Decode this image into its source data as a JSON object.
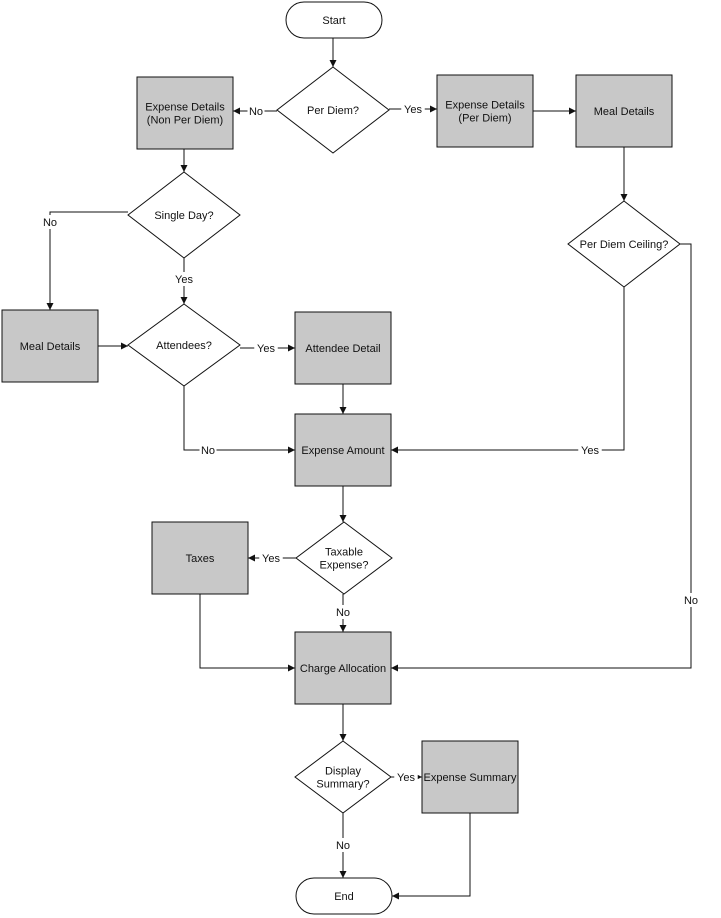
{
  "nodes": {
    "start": {
      "lines": [
        "Start"
      ]
    },
    "per_diem_q": {
      "lines": [
        "Per Diem?"
      ]
    },
    "expense_details_non_per_diem": {
      "lines": [
        "Expense Details",
        "(Non Per Diem)"
      ]
    },
    "expense_details_per_diem": {
      "lines": [
        "Expense Details",
        "(Per Diem)"
      ]
    },
    "meal_details_right": {
      "lines": [
        "Meal Details"
      ]
    },
    "single_day_q": {
      "lines": [
        "Single Day?"
      ]
    },
    "per_diem_ceiling_q": {
      "lines": [
        "Per Diem Ceiling?"
      ]
    },
    "meal_details_left": {
      "lines": [
        "Meal Details"
      ]
    },
    "attendees_q": {
      "lines": [
        "Attendees?"
      ]
    },
    "attendee_detail": {
      "lines": [
        "Attendee Detail"
      ]
    },
    "expense_amount": {
      "lines": [
        "Expense Amount"
      ]
    },
    "taxes": {
      "lines": [
        "Taxes"
      ]
    },
    "taxable_expense_q": {
      "lines": [
        "Taxable",
        "Expense?"
      ]
    },
    "charge_allocation": {
      "lines": [
        "Charge Allocation"
      ]
    },
    "display_summary_q": {
      "lines": [
        "Display",
        "Summary?"
      ]
    },
    "expense_summary": {
      "lines": [
        "Expense Summary"
      ]
    },
    "end": {
      "lines": [
        "End"
      ]
    }
  },
  "edges": [
    {
      "id": "start-to-per-diem",
      "label": ""
    },
    {
      "id": "per-diem-no",
      "label": "No"
    },
    {
      "id": "per-diem-yes",
      "label": "Yes"
    },
    {
      "id": "per-diem-details-to-meal",
      "label": ""
    },
    {
      "id": "meal-to-ceiling",
      "label": ""
    },
    {
      "id": "non-per-diem-to-single-day",
      "label": ""
    },
    {
      "id": "single-day-no",
      "label": "No"
    },
    {
      "id": "single-day-yes",
      "label": "Yes"
    },
    {
      "id": "meal-left-to-attendees",
      "label": ""
    },
    {
      "id": "attendees-yes",
      "label": "Yes"
    },
    {
      "id": "attendees-no",
      "label": "No"
    },
    {
      "id": "attendee-detail-to-amount",
      "label": ""
    },
    {
      "id": "ceiling-yes",
      "label": "Yes"
    },
    {
      "id": "ceiling-no",
      "label": "No"
    },
    {
      "id": "amount-to-taxable",
      "label": ""
    },
    {
      "id": "taxable-yes",
      "label": "Yes"
    },
    {
      "id": "taxable-no",
      "label": "No"
    },
    {
      "id": "taxes-to-allocation",
      "label": ""
    },
    {
      "id": "allocation-to-display",
      "label": ""
    },
    {
      "id": "display-yes",
      "label": "Yes"
    },
    {
      "id": "display-no",
      "label": "No"
    },
    {
      "id": "summary-to-end",
      "label": ""
    }
  ]
}
